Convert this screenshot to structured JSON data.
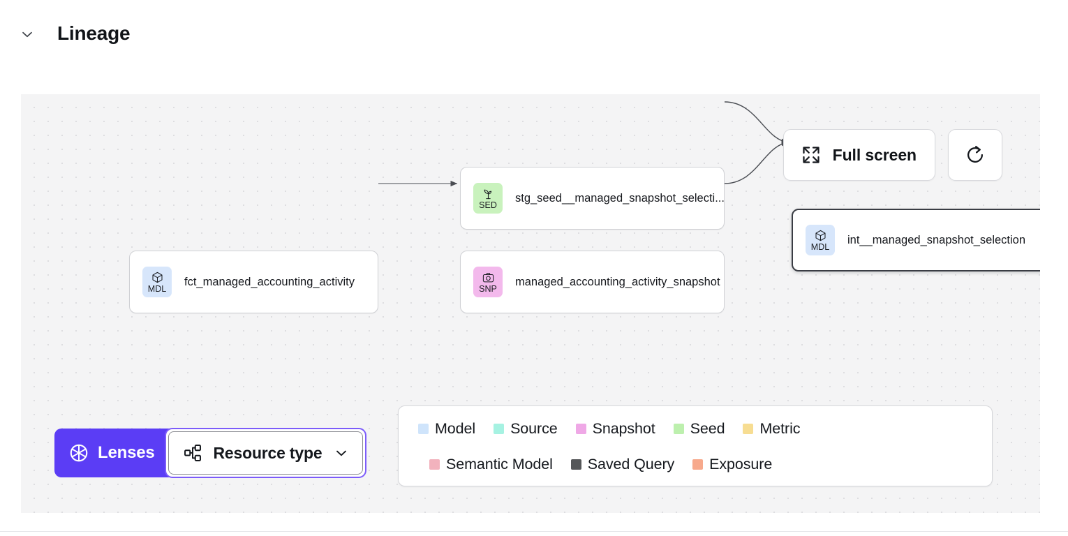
{
  "header": {
    "title": "Lineage",
    "collapse_icon": "chevron-down-icon"
  },
  "canvas": {
    "background_color": "#f4f4f5",
    "grid": "dot-grid"
  },
  "controls": {
    "fullscreen_label": "Full screen",
    "fullscreen_icon": "expand-icon",
    "refresh_icon": "refresh-icon"
  },
  "toolbar": {
    "lenses_label": "Lenses",
    "lenses_icon": "aperture-icon",
    "lenses_color": "#5b3df5",
    "resource_type_label": "Resource type",
    "resource_type_icon": "hierarchy-icon",
    "chevron_icon": "chevron-down-icon",
    "focus_ring_color": "#7c5cfa"
  },
  "graph": {
    "nodes": [
      {
        "id": "fct_managed_accounting_activity",
        "label": "fct_managed_accounting_activity",
        "badge_abbr": "MDL",
        "badge_icon": "cube-icon",
        "badge_color": "#d7e6fb",
        "type": "Model",
        "selected": false
      },
      {
        "id": "stg_seed__managed_snapshot_selection",
        "label": "stg_seed__managed_snapshot_selecti...",
        "badge_abbr": "SED",
        "badge_icon": "sprout-icon",
        "badge_color": "#c9f2bd",
        "type": "Seed",
        "selected": false
      },
      {
        "id": "managed_accounting_activity_snapshot",
        "label": "managed_accounting_activity_snapshot",
        "badge_abbr": "SNP",
        "badge_icon": "camera-icon",
        "badge_color": "#f3b9ec",
        "type": "Snapshot",
        "selected": false
      },
      {
        "id": "int__managed_snapshot_selection",
        "label": "int__managed_snapshot_selection",
        "badge_abbr": "MDL",
        "badge_icon": "cube-icon",
        "badge_color": "#d7e6fb",
        "type": "Model",
        "selected": true
      }
    ]
  },
  "legend": {
    "row1": [
      {
        "label": "Model",
        "color": "#cfe4fb"
      },
      {
        "label": "Source",
        "color": "#a6f2e2"
      },
      {
        "label": "Snapshot",
        "color": "#efa8e6"
      },
      {
        "label": "Seed",
        "color": "#bdf0ae"
      },
      {
        "label": "Metric",
        "color": "#f7dd92"
      }
    ],
    "row2": [
      {
        "label": "Semantic Model",
        "color": "#f2b2bd"
      },
      {
        "label": "Saved Query",
        "color": "#555759"
      },
      {
        "label": "Exposure",
        "color": "#f7a98c"
      }
    ]
  }
}
